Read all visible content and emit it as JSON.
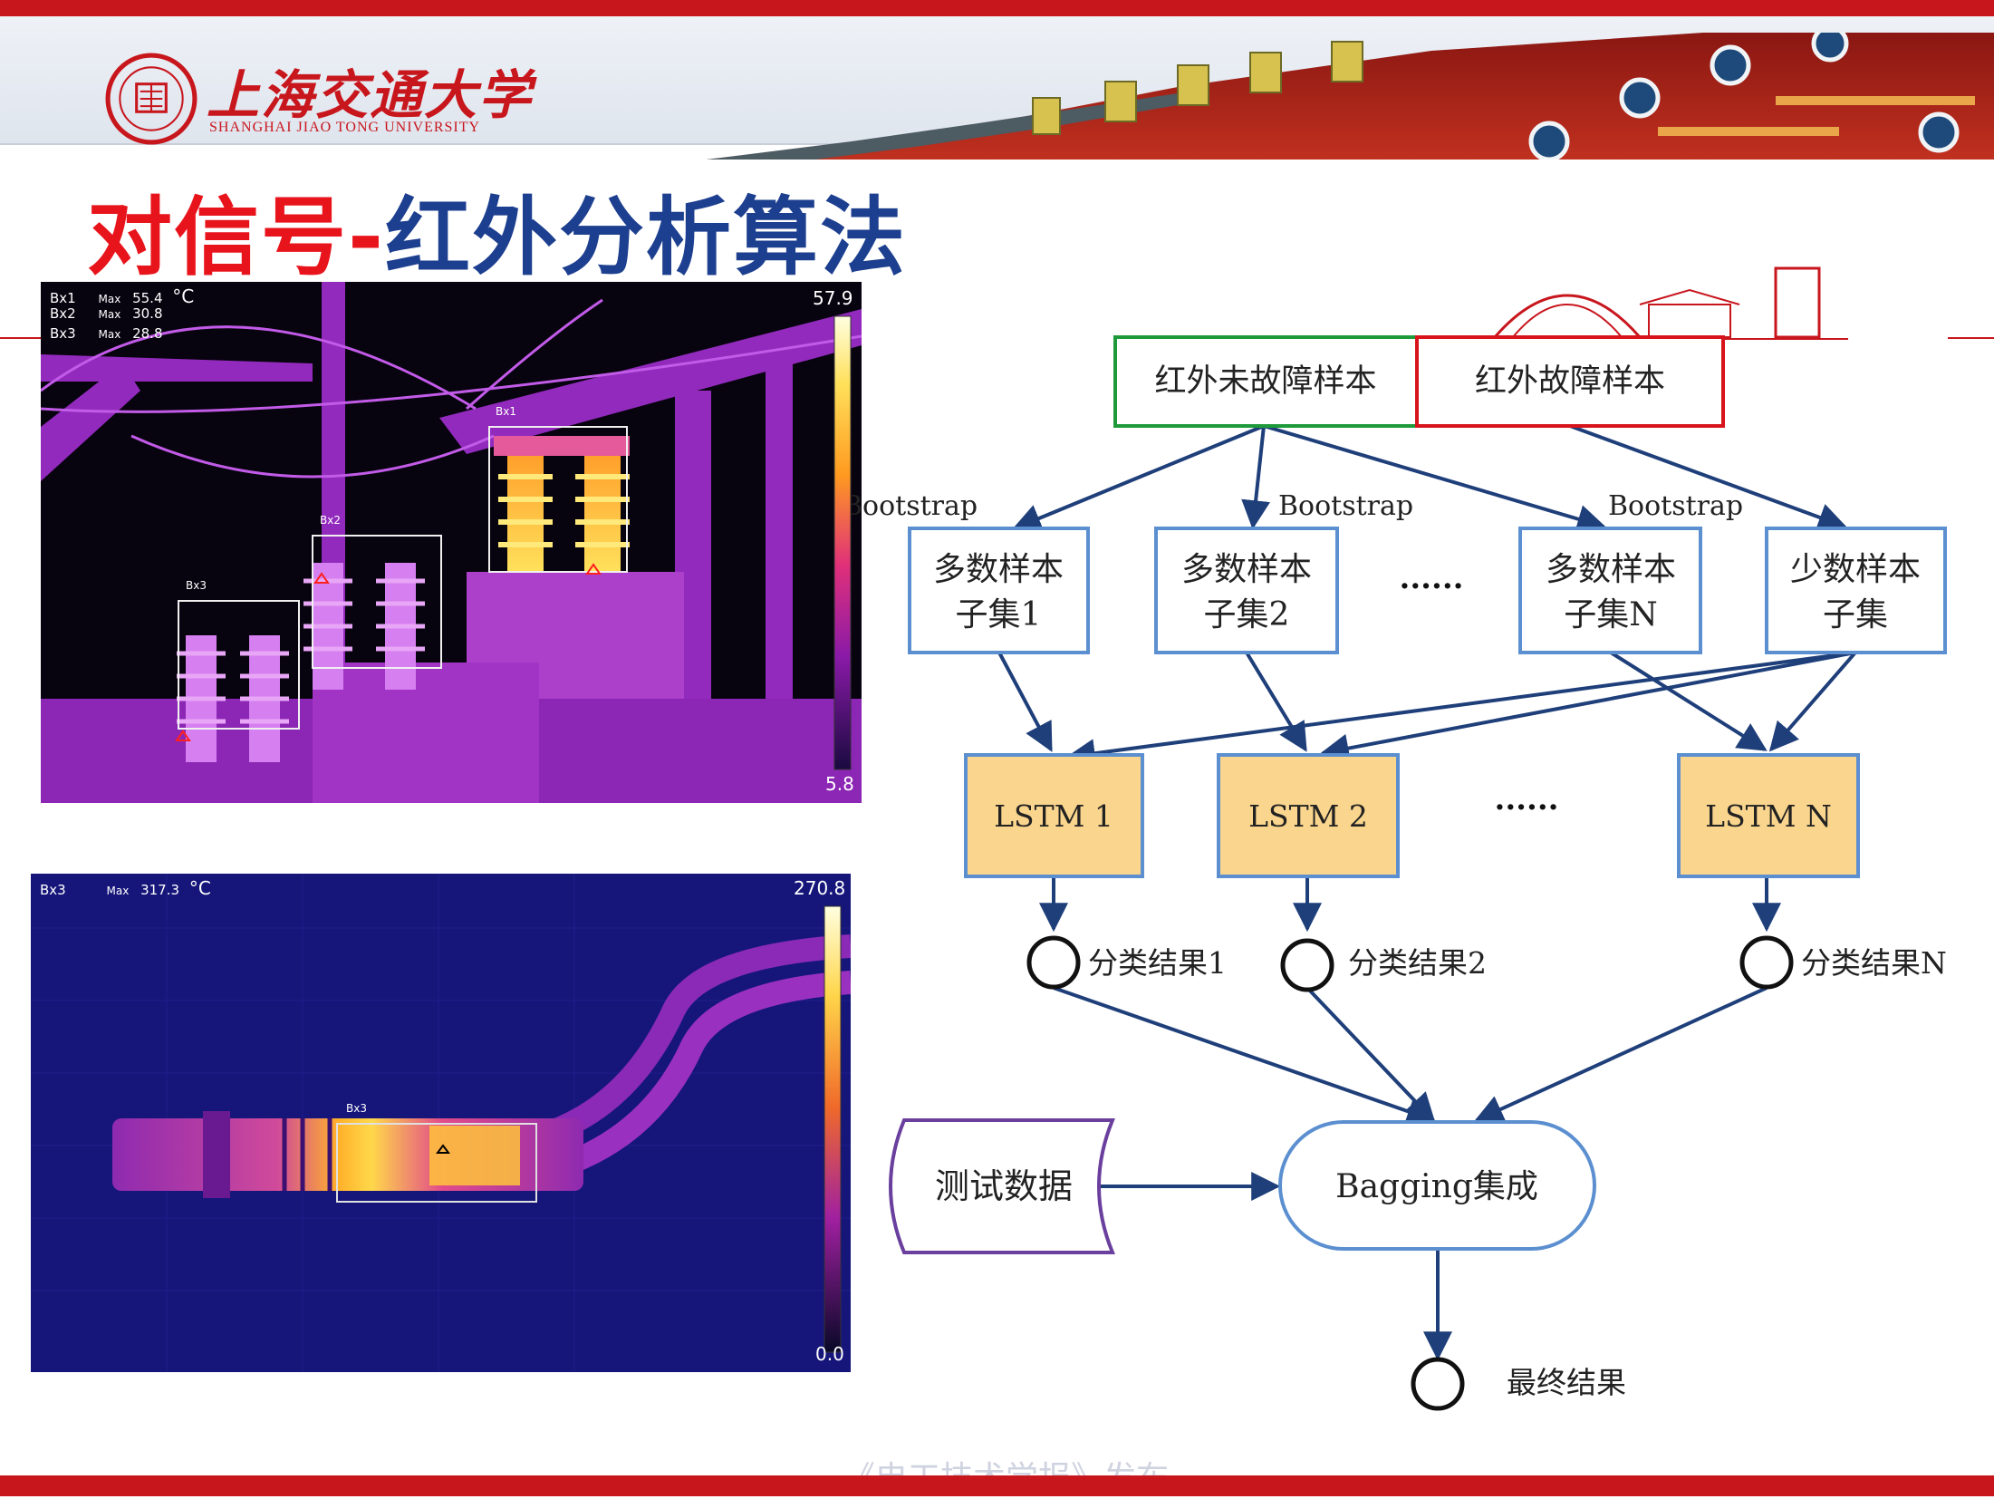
{
  "header": {
    "university_cn": "上海交通大学",
    "university_en": "SHANGHAI JIAO TONG UNIVERSITY",
    "seal_icon": "university-seal-icon"
  },
  "title": {
    "part1": "对信号-",
    "part2": "红外分析算法"
  },
  "thermal1": {
    "legend": [
      {
        "id": "Bx1",
        "kind": "Max",
        "value": "55.4"
      },
      {
        "id": "Bx2",
        "kind": "Max",
        "value": "30.8"
      },
      {
        "id": "Bx3",
        "kind": "Max",
        "value": "28.8"
      }
    ],
    "unit": "°C",
    "scale_max": "57.9",
    "scale_min": "5.8",
    "boxes": [
      "Bx1",
      "Bx2",
      "Bx3"
    ]
  },
  "thermal2": {
    "legend": [
      {
        "id": "Bx3",
        "kind": "Max",
        "value": "317.3"
      }
    ],
    "unit": "°C",
    "scale_max": "270.8",
    "scale_min": "0.0",
    "boxes": [
      "Bx3"
    ]
  },
  "diagram": {
    "sample_normal": "红外未故障样本",
    "sample_fault": "红外故障样本",
    "bootstrap": "Bootstrap",
    "subsets": [
      {
        "line1": "多数样本",
        "line2": "子集1"
      },
      {
        "line1": "多数样本",
        "line2": "子集2"
      },
      {
        "line1": "多数样本",
        "line2": "子集N"
      },
      {
        "line1": "少数样本",
        "line2": "子集"
      }
    ],
    "ellipsis": "······",
    "lstm": [
      "LSTM 1",
      "LSTM 2",
      "LSTM N"
    ],
    "results": [
      "分类结果1",
      "分类结果2",
      "分类结果N"
    ],
    "test_data": "测试数据",
    "bagging": "Bagging集成",
    "final": "最终结果",
    "colors": {
      "normal_border": "#1f9a3a",
      "fault_border": "#d7141c",
      "box_border": "#5b8fd0",
      "lstm_fill": "#fad58e",
      "arrow": "#1f3f7a",
      "test_border": "#6a3f9e"
    }
  },
  "watermark": "《电工技术学报》发布"
}
